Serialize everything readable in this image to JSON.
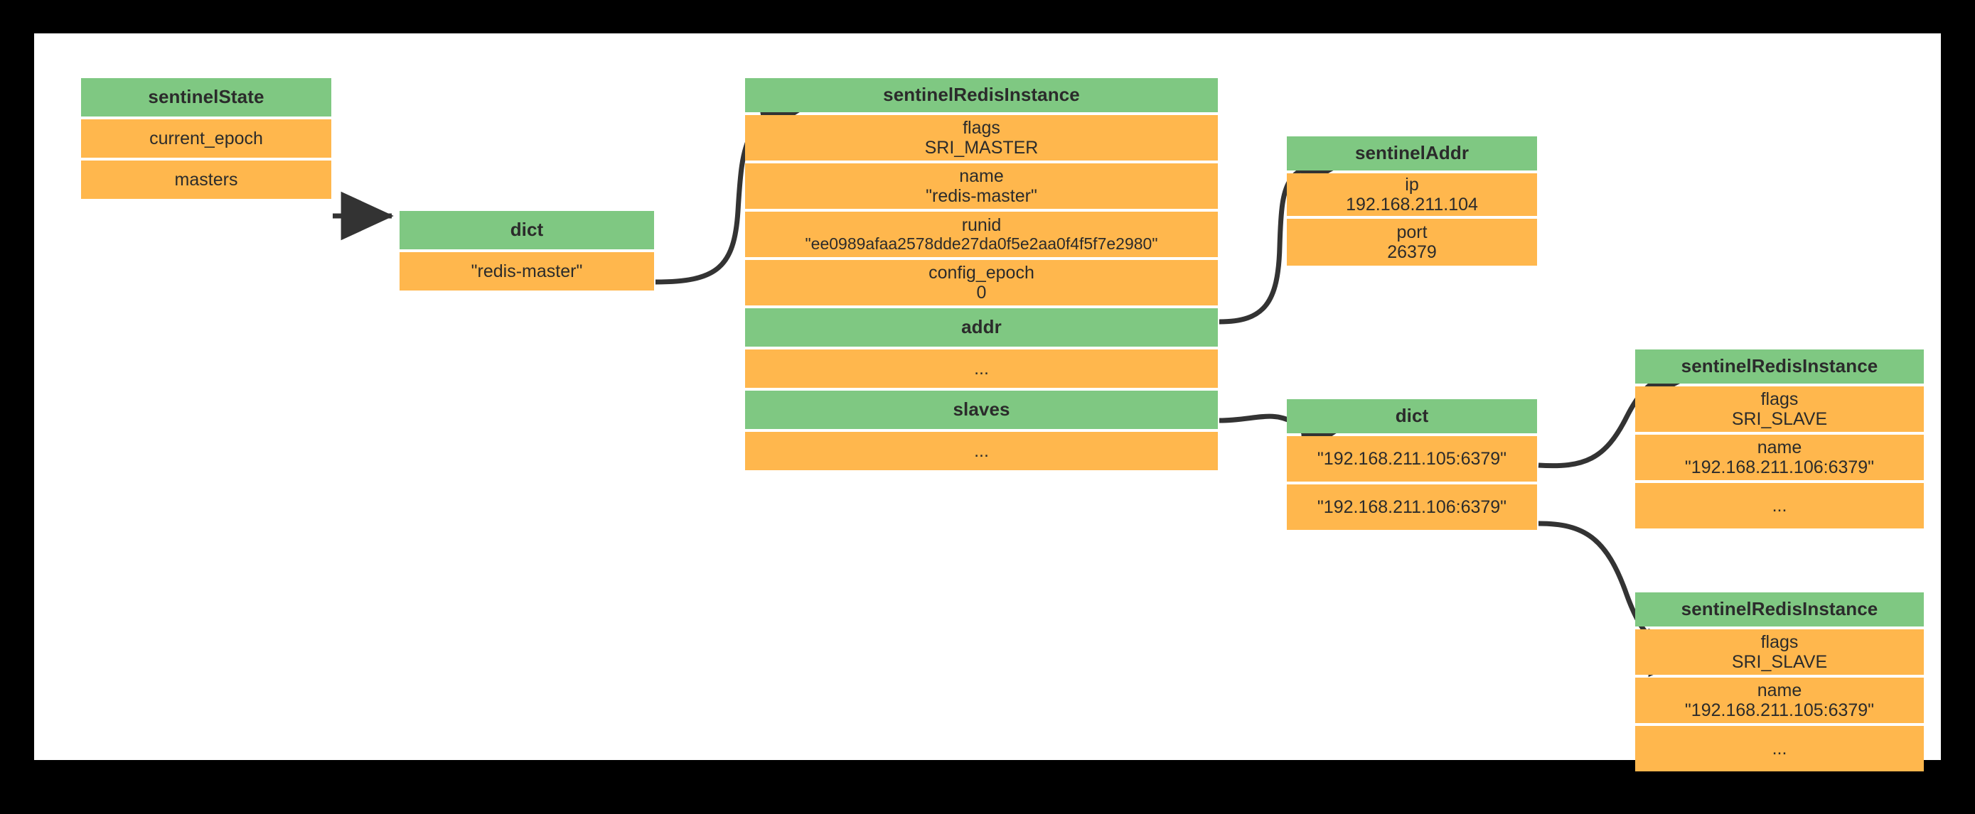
{
  "diagram": {
    "title": "Redis Sentinel sentinelState structure",
    "colors": {
      "header_green": "#7FC882",
      "field_orange": "#FFB74D",
      "arrow": "#333333",
      "canvas": "#ffffff",
      "page_border": "#000000",
      "text": "#2b2b2b"
    },
    "nodes": [
      {
        "id": "sentinelState",
        "header": "sentinelState",
        "fields": [
          {
            "key": "current_epoch",
            "value": ""
          },
          {
            "key": "masters",
            "value": ""
          }
        ]
      },
      {
        "id": "masters-dict",
        "header": "dict",
        "fields": [
          {
            "key": "\"redis-master\"",
            "value": ""
          }
        ]
      },
      {
        "id": "master-instance",
        "header": "sentinelRedisInstance",
        "fields": [
          {
            "key": "flags",
            "value": "SRI_MASTER"
          },
          {
            "key": "name",
            "value": "\"redis-master\""
          },
          {
            "key": "runid",
            "value": "\"ee0989afaa2578dde27da0f5e2aa0f4f5f7e2980\""
          },
          {
            "key": "config_epoch",
            "value": "0"
          },
          {
            "key": "addr",
            "value": "",
            "is_header": true
          },
          {
            "key": "...",
            "value": ""
          },
          {
            "key": "slaves",
            "value": "",
            "is_header": true
          },
          {
            "key": "...",
            "value": ""
          }
        ]
      },
      {
        "id": "sentinelAddr",
        "header": "sentinelAddr",
        "fields": [
          {
            "key": "ip",
            "value": "192.168.211.104"
          },
          {
            "key": "port",
            "value": "26379"
          }
        ]
      },
      {
        "id": "slaves-dict",
        "header": "dict",
        "fields": [
          {
            "key": "\"192.168.211.105:6379\"",
            "value": ""
          },
          {
            "key": "\"192.168.211.106:6379\"",
            "value": ""
          }
        ]
      },
      {
        "id": "slave-106",
        "header": "sentinelRedisInstance",
        "fields": [
          {
            "key": "flags",
            "value": "SRI_SLAVE"
          },
          {
            "key": "name",
            "value": "\"192.168.211.106:6379\""
          },
          {
            "key": "...",
            "value": ""
          }
        ]
      },
      {
        "id": "slave-105",
        "header": "sentinelRedisInstance",
        "fields": [
          {
            "key": "flags",
            "value": "SRI_SLAVE"
          },
          {
            "key": "name",
            "value": "\"192.168.211.105:6379\""
          },
          {
            "key": "...",
            "value": ""
          }
        ]
      }
    ],
    "edges": [
      {
        "from": "sentinelState.masters",
        "to": "masters-dict"
      },
      {
        "from": "masters-dict.redis-master",
        "to": "master-instance"
      },
      {
        "from": "master-instance.addr",
        "to": "sentinelAddr"
      },
      {
        "from": "master-instance.slaves",
        "to": "slaves-dict"
      },
      {
        "from": "slaves-dict.105",
        "to": "slave-106"
      },
      {
        "from": "slaves-dict.106",
        "to": "slave-105"
      }
    ]
  }
}
